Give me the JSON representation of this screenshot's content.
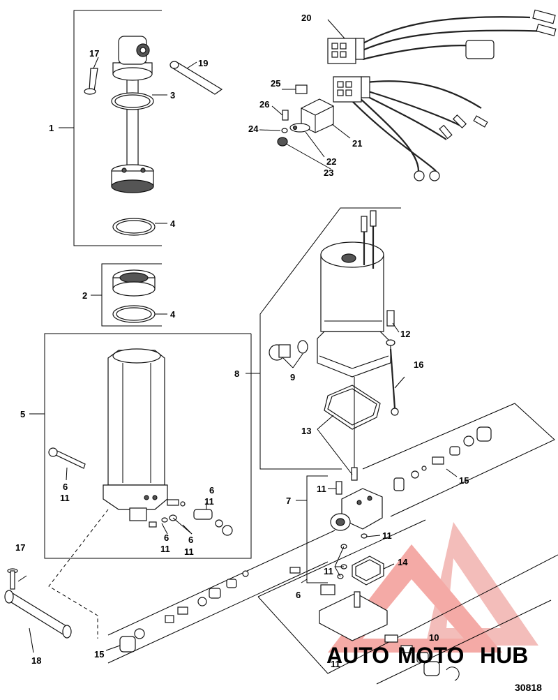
{
  "figure_number": "30818",
  "callouts": {
    "c1": "1",
    "c2": "2",
    "c3": "3",
    "c4a": "4",
    "c4b": "4",
    "c5": "5",
    "c6a": "6",
    "c11a": "11",
    "c6b": "6",
    "c11b": "11",
    "c6c": "6",
    "c11c": "11",
    "c6d": "6",
    "c11d": "11",
    "c6e": "6",
    "c7": "7",
    "c8": "8",
    "c9": "9",
    "c10": "10",
    "c11e": "11",
    "c11f": "11",
    "c11g": "11",
    "c11h": "11",
    "c12": "12",
    "c13": "13",
    "c14": "14",
    "c15a": "15",
    "c15b": "15",
    "c16": "16",
    "c17a": "17",
    "c17b": "17",
    "c18": "18",
    "c19": "19",
    "c20": "20",
    "c21": "21",
    "c22": "22",
    "c23": "23",
    "c24": "24",
    "c25": "25",
    "c26": "26"
  },
  "watermark": {
    "text_part1": "AUTO",
    "text_part2": "MOTO",
    "text_part3": "HUB",
    "color_orange": "#f6a35a",
    "color_red": "#e5504e",
    "color_gray": "#8a8a8a"
  }
}
